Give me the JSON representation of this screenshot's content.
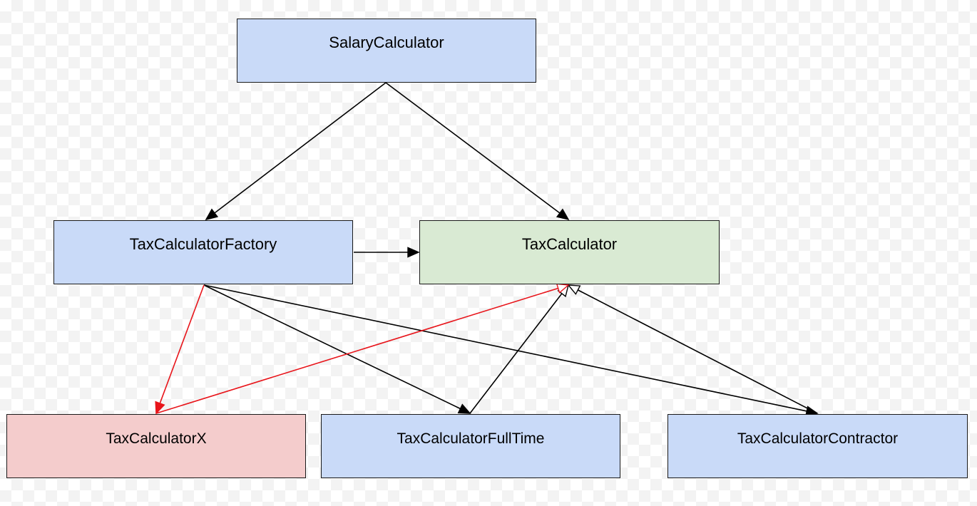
{
  "diagram": {
    "nodes": [
      {
        "id": "salary",
        "label": "SalaryCalculator",
        "color": "#c9daf8"
      },
      {
        "id": "factory",
        "label": "TaxCalculatorFactory",
        "color": "#c9daf8"
      },
      {
        "id": "taxcalc",
        "label": "TaxCalculator",
        "color": "#d9ead3"
      },
      {
        "id": "x",
        "label": "TaxCalculatorX",
        "color": "#f4cccc"
      },
      {
        "id": "fulltime",
        "label": "TaxCalculatorFullTime",
        "color": "#c9daf8"
      },
      {
        "id": "contractor",
        "label": "TaxCalculatorContractor",
        "color": "#c9daf8"
      }
    ],
    "edges": [
      {
        "from": "salary",
        "to": "factory",
        "style": "dependency",
        "color": "#000000"
      },
      {
        "from": "salary",
        "to": "taxcalc",
        "style": "dependency",
        "color": "#000000"
      },
      {
        "from": "factory",
        "to": "taxcalc",
        "style": "dependency",
        "color": "#000000"
      },
      {
        "from": "factory",
        "to": "x",
        "style": "dependency",
        "color": "#e8151b"
      },
      {
        "from": "factory",
        "to": "fulltime",
        "style": "dependency",
        "color": "#000000"
      },
      {
        "from": "factory",
        "to": "contractor",
        "style": "dependency",
        "color": "#000000"
      },
      {
        "from": "x",
        "to": "taxcalc",
        "style": "realization",
        "color": "#e8151b"
      },
      {
        "from": "fulltime",
        "to": "taxcalc",
        "style": "realization",
        "color": "#000000"
      },
      {
        "from": "contractor",
        "to": "taxcalc",
        "style": "realization",
        "color": "#000000"
      }
    ]
  }
}
